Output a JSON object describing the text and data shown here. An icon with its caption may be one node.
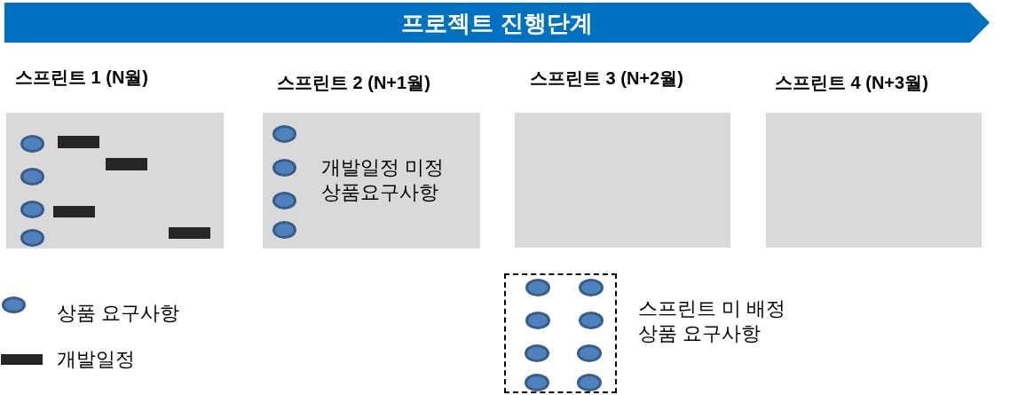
{
  "diagram": {
    "title": "프로젝트 진행단계",
    "nodes": [
      {
        "text": [
          "스프린트 1 (N월)"
        ]
      },
      {
        "text": [],
        "shape": "circle",
        "in": 0
      },
      {
        "text": [],
        "shape": "circle",
        "in": 0
      },
      {
        "text": [],
        "shape": "circle",
        "in": 0
      },
      {
        "text": [],
        "shape": "circle",
        "in": 0
      },
      {
        "text": [],
        "shape": "bar",
        "in": 0
      },
      {
        "text": [],
        "shape": "bar",
        "in": 0
      },
      {
        "text": [],
        "shape": "bar",
        "in": 0
      },
      {
        "text": [],
        "shape": "bar",
        "in": 0
      },
      {
        "text": [
          "스프린트 2 (N+1월)",
          "개발일정 미정 상품요구사항"
        ]
      },
      {
        "text": [],
        "shape": "circle",
        "in": 9
      },
      {
        "text": [],
        "shape": "circle",
        "in": 9
      },
      {
        "text": [],
        "shape": "circle",
        "in": 9
      },
      {
        "text": [],
        "shape": "circle",
        "in": 9
      },
      {
        "text": [
          "스프린트 3 (N+2월)"
        ]
      },
      {
        "text": [
          "스프린트 4 (N+3월)"
        ]
      },
      {
        "text": [],
        "shape": "box",
        "beside": [
          "스프린트 미 배정 상품 요구사항"
        ]
      },
      {
        "text": [],
        "shape": "circle",
        "in": 16
      },
      {
        "text": [],
        "shape": "circle",
        "in": 16
      },
      {
        "text": [],
        "shape": "circle",
        "in": 16
      },
      {
        "text": [],
        "shape": "circle",
        "in": 16
      },
      {
        "text": [],
        "shape": "circle",
        "in": 16
      },
      {
        "text": [],
        "shape": "circle",
        "in": 16
      },
      {
        "text": [],
        "shape": "circle",
        "in": 16
      },
      {
        "text": [],
        "shape": "circle",
        "in": 16
      }
    ],
    "legend": [
      {
        "text": "상품 요구사항"
      },
      {
        "text": "개발일정",
        "color": "#262626"
      }
    ]
  }
}
